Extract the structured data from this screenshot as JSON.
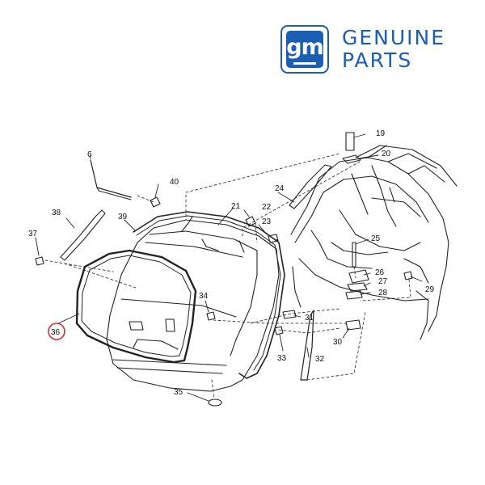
{
  "brand": {
    "logo_text": "gm",
    "line1": "GENUINE",
    "line2": "PARTS",
    "color": "#1a5fb4"
  },
  "diagram": {
    "highlight_color": "#d32f2f",
    "highlighted_callout": "36",
    "callouts": [
      "6",
      "19",
      "20",
      "21",
      "22",
      "23",
      "24",
      "25",
      "26",
      "27",
      "28",
      "29",
      "30",
      "31",
      "32",
      "33",
      "34",
      "35",
      "36",
      "37",
      "38",
      "39",
      "40"
    ]
  }
}
